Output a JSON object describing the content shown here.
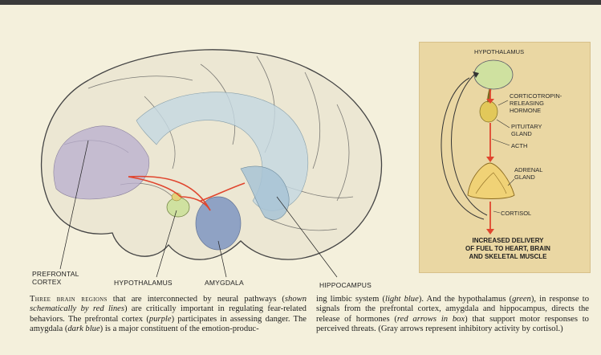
{
  "figure": {
    "brain_labels": {
      "prefrontal_cortex": "PREFRONTAL\nCORTEX",
      "hypothalamus": "HYPOTHALAMUS",
      "amygdala": "AMYGDALA",
      "hippocampus": "HIPPOCAMPUS"
    },
    "inset": {
      "hypothalamus": "HYPOTHALAMUS",
      "crh": "CORTICOTROPIN-\nRELEASING\nHORMONE",
      "pituitary": "PITUITARY\nGLAND",
      "acth": "ACTH",
      "adrenal": "ADRENAL\nGLAND",
      "cortisol": "CORTISOL",
      "caption": "INCREASED DELIVERY\nOF FUEL TO HEART, BRAIN\nAND SKELETAL MUSCLE"
    },
    "colors": {
      "prefrontal": "#b9aed0",
      "hypothalamus": "#cfe1a0",
      "amygdala": "#7f96c2",
      "limbic": "#c5d9e3",
      "red_arrow": "#e0452e",
      "box": "#ead7a3"
    }
  },
  "caption": {
    "col1": {
      "lead": "Three brain regions",
      "t1": " that are interconnected by neural pathways (",
      "i1": "shown schematically by red lines",
      "t2": ") are critically important in regulating fear-related behaviors. The prefrontal cortex (",
      "i2": "purple",
      "t3": ") participates in assessing danger. The amygdala (",
      "i3": "dark blue",
      "t4": ") is a major constituent of the emotion-produc-"
    },
    "col2": {
      "t1": "ing limbic system (",
      "i1": "light blue",
      "t2": "). And the hypothalamus (",
      "i2": "green",
      "t3": "), in response to signals from the prefrontal cortex, amygdala and hippocampus, directs the release of hormones (",
      "i3": "red arrows in box",
      "t4": ") that support motor responses to perceived threats. (Gray arrows represent inhibitory activity by cortisol.)"
    }
  }
}
